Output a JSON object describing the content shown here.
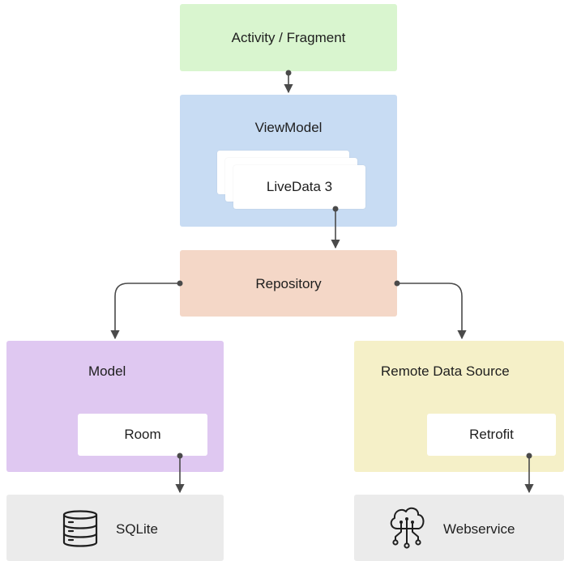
{
  "nodes": {
    "activity": {
      "label": "Activity / Fragment",
      "color": "#d9f5cf"
    },
    "viewmodel": {
      "label": "ViewModel",
      "color": "#c8dcf3"
    },
    "livedata": {
      "label": "LiveData 3"
    },
    "repository": {
      "label": "Repository",
      "color": "#f4d7c7"
    },
    "model": {
      "label": "Model",
      "color": "#dfc8f1"
    },
    "room": {
      "label": "Room"
    },
    "remote": {
      "label": "Remote Data Source",
      "color": "#f5f0c8"
    },
    "retrofit": {
      "label": "Retrofit"
    },
    "sqlite": {
      "label": "SQLite",
      "icon": "database-icon",
      "color": "#ebebeb"
    },
    "webservice": {
      "label": "Webservice",
      "icon": "cloud-network-icon",
      "color": "#ebebeb"
    }
  },
  "edges": [
    {
      "from": "activity",
      "to": "viewmodel"
    },
    {
      "from": "livedata",
      "to": "repository"
    },
    {
      "from": "repository",
      "to": "model"
    },
    {
      "from": "repository",
      "to": "remote"
    },
    {
      "from": "room",
      "to": "sqlite"
    },
    {
      "from": "retrofit",
      "to": "webservice"
    }
  ]
}
